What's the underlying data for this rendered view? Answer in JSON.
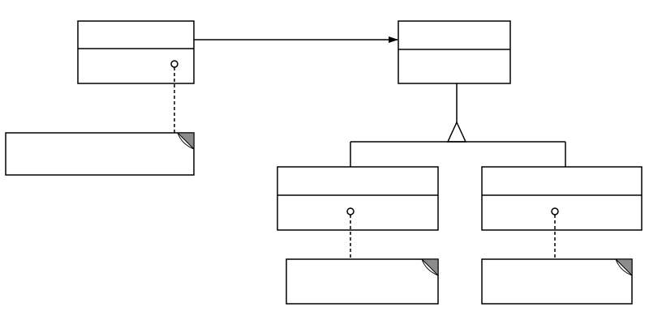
{
  "diagram": {
    "type": "uml-class-diagram",
    "colors": {
      "stroke": "#000000",
      "note_fold": "#8c8c8c",
      "background": "#ffffff"
    },
    "classes": [
      {
        "id": "client",
        "name": "",
        "operation": ""
      },
      {
        "id": "abstract-class",
        "name": "",
        "operation": ""
      },
      {
        "id": "concrete-class-a",
        "name": "",
        "operation": ""
      },
      {
        "id": "concrete-class-b",
        "name": "",
        "operation": ""
      }
    ],
    "notes": [
      {
        "id": "client-note",
        "text": ""
      },
      {
        "id": "concrete-a-note",
        "text": ""
      },
      {
        "id": "concrete-b-note",
        "text": ""
      }
    ],
    "relationships": [
      {
        "type": "association",
        "from": "client",
        "to": "abstract-class",
        "label": ""
      },
      {
        "type": "generalization",
        "from": "concrete-class-a",
        "to": "abstract-class"
      },
      {
        "type": "generalization",
        "from": "concrete-class-b",
        "to": "abstract-class"
      },
      {
        "type": "note-anchor",
        "from": "client-note",
        "to": "client"
      },
      {
        "type": "note-anchor",
        "from": "concrete-a-note",
        "to": "concrete-class-a"
      },
      {
        "type": "note-anchor",
        "from": "concrete-b-note",
        "to": "concrete-class-b"
      }
    ]
  }
}
